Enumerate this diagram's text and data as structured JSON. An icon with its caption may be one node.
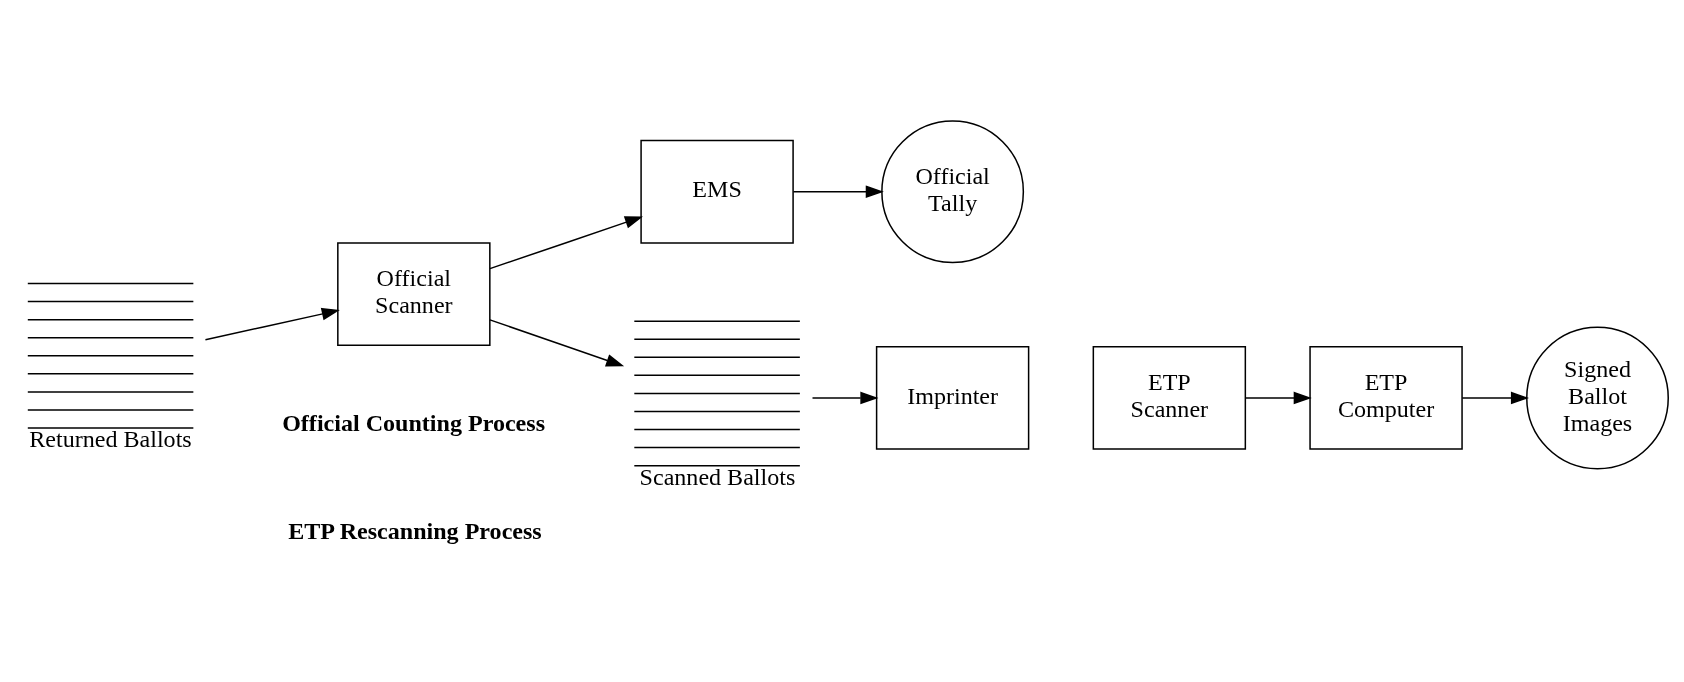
{
  "diagram": {
    "nodes": [
      {
        "text": [
          "Returned Ballots"
        ]
      },
      {
        "text": [
          "Official Scanner"
        ]
      },
      {
        "text": [
          "EMS"
        ]
      },
      {
        "text": [
          "Official Tally"
        ]
      },
      {
        "text": [
          "Scanned Ballots"
        ]
      },
      {
        "text": [
          "Imprinter"
        ]
      },
      {
        "text": [
          "ETP Scanner"
        ]
      },
      {
        "text": [
          "ETP Computer"
        ]
      },
      {
        "text": [
          "Signed Ballot Images"
        ]
      }
    ],
    "edges": [
      {
        "from": 0,
        "to": 1,
        "arrow": "to"
      },
      {
        "from": 1,
        "to": 2,
        "arrow": "to"
      },
      {
        "from": 2,
        "to": 3,
        "arrow": "to"
      },
      {
        "from": 1,
        "to": 4,
        "arrow": "to"
      },
      {
        "from": 4,
        "to": 5,
        "arrow": "to"
      },
      {
        "from": 6,
        "to": 7,
        "arrow": "to"
      },
      {
        "from": 7,
        "to": 8,
        "arrow": "to"
      }
    ],
    "labels": [
      "Official Counting Process",
      "ETP Rescanning Process"
    ]
  }
}
